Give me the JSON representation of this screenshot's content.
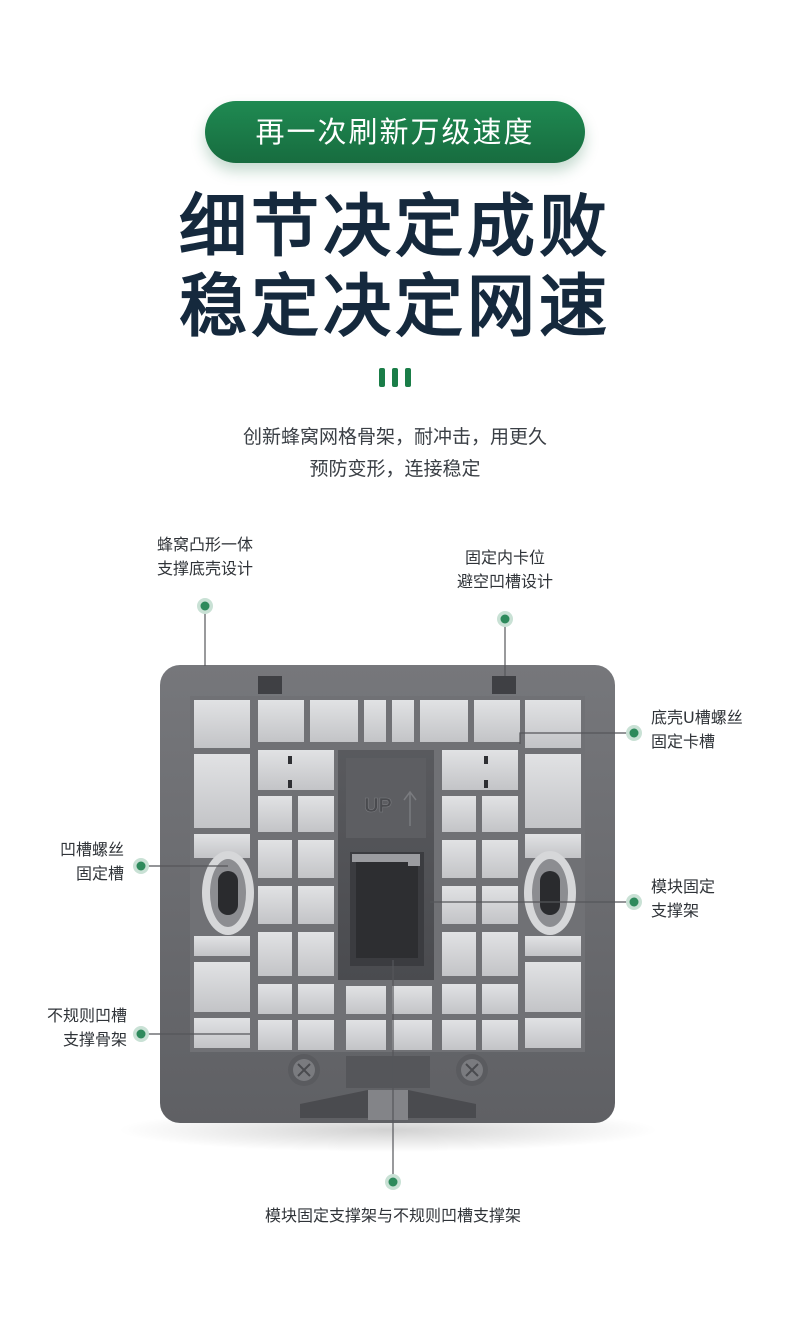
{
  "header": {
    "pill_text": "再一次刷新万级速度",
    "headline_line1": "细节决定成败",
    "headline_line2": "稳定决定网速"
  },
  "description": {
    "line1": "创新蜂窝网格骨架，耐冲击，用更久",
    "line2": "预防变形，连接稳定"
  },
  "callouts": {
    "honeycomb": {
      "line1": "蜂窝凸形一体",
      "line2": "支撑底壳设计"
    },
    "inner_clip": {
      "line1": "固定内卡位",
      "line2": "避空凹槽设计"
    },
    "u_slot": {
      "line1": "底壳U槽螺丝",
      "line2": "固定卡槽"
    },
    "screw_groove": {
      "line1": "凹槽螺丝",
      "line2": "固定槽"
    },
    "module_bracket": {
      "line1": "模块固定",
      "line2": "支撑架"
    },
    "irregular": {
      "line1": "不规则凹槽",
      "line2": "支撑骨架"
    },
    "bottom": "模块固定支撑架与不规则凹槽支撑架"
  },
  "product": {
    "embossed_text": "UP"
  },
  "colors": {
    "accent_green": "#1a7d48",
    "marker_green": "#7fb89c",
    "headline": "#15293d",
    "panel_gray": "#6d6e72"
  }
}
